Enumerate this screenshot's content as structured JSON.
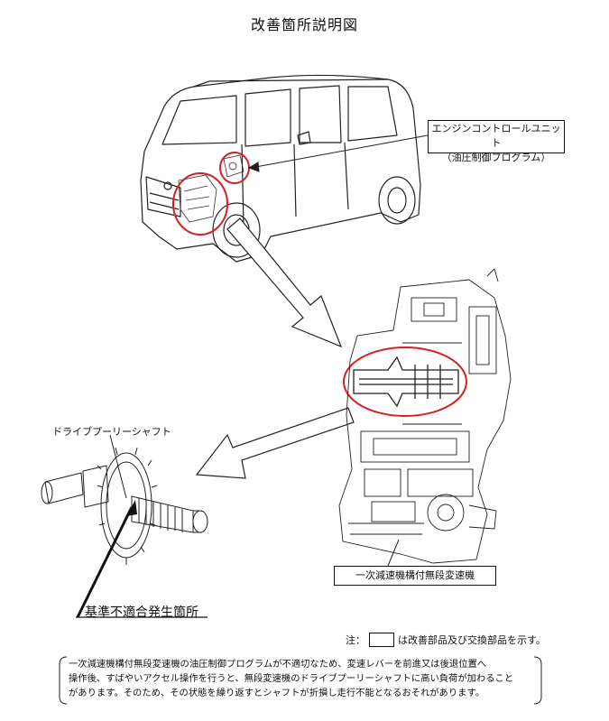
{
  "title": "改善箇所説明図",
  "ecu_label": {
    "line1": "エンジンコントロールユニット",
    "line2": "（油圧制御プログラム）"
  },
  "cvt_label": "一次減速機構付無段変速機",
  "shaft_label": "ドライブプーリーシャフト",
  "defect_label": "基準不適合発生箇所",
  "note": {
    "prefix": "注：",
    "suffix": "は改善部品及び交換部品を示す。"
  },
  "description": [
    "一次減速機構付無段変速機の油圧制御プログラムが不適切なため、変速レバーを前進又は後退位置へ",
    "操作後、すばやいアクセル操作を行うと、無段変速機のドライブプーリーシャフトに高い負荷が加わること",
    "があります。そのため、その状態を繰り返すとシャフトが折損し走行不能となるおそれがあります。"
  ],
  "colors": {
    "highlight": "#d42020",
    "line": "#222222"
  }
}
